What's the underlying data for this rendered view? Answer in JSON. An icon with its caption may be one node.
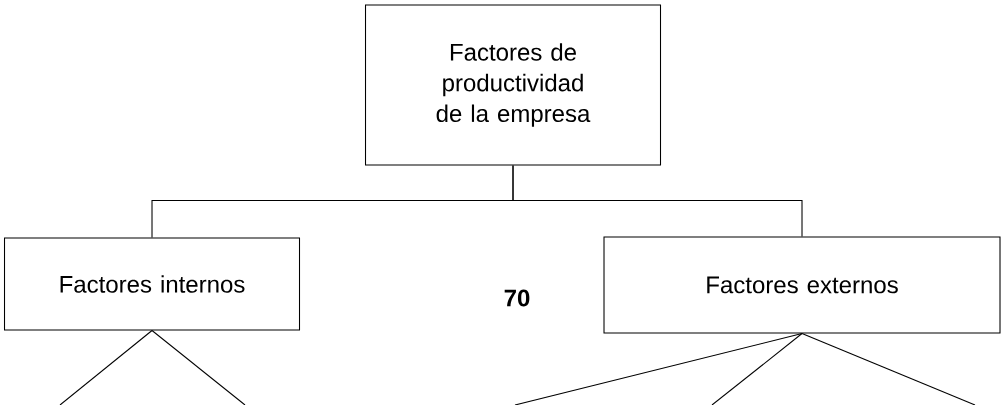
{
  "diagram": {
    "nodes": [
      {
        "text": [
          "Factores de productividad de la empresa"
        ]
      },
      {
        "text": [
          "Factores internos"
        ]
      },
      {
        "text": [
          "Factores externos"
        ]
      }
    ],
    "edges": [
      {
        "from": 0,
        "to": 1,
        "arrow": "none"
      },
      {
        "from": 0,
        "to": 2,
        "arrow": "none"
      },
      {
        "from": 1,
        "to": null,
        "arrow": "none"
      },
      {
        "from": 1,
        "to": null,
        "arrow": "none"
      },
      {
        "from": 2,
        "to": null,
        "arrow": "none"
      },
      {
        "from": 2,
        "to": null,
        "arrow": "none"
      },
      {
        "from": 2,
        "to": null,
        "arrow": "none"
      }
    ],
    "labels": [
      "70"
    ]
  }
}
